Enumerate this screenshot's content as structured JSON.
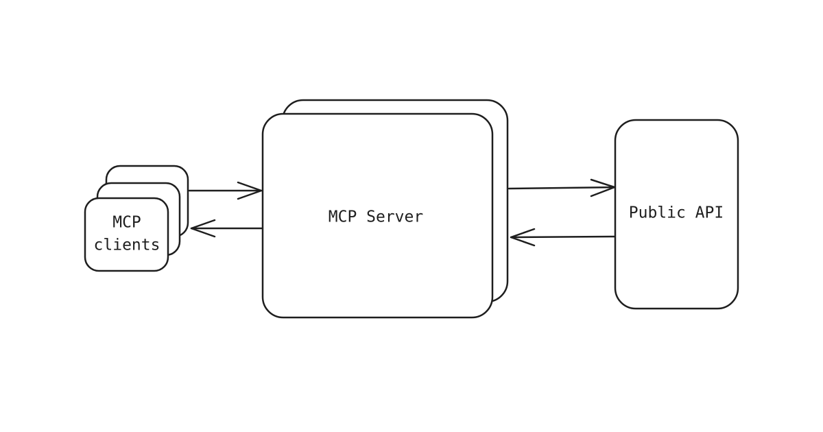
{
  "diagram": {
    "nodes": [
      {
        "id": "clients",
        "label_lines": [
          "MCP",
          "clients"
        ],
        "stacked": 3
      },
      {
        "id": "server",
        "label": "MCP Server",
        "stacked": 2
      },
      {
        "id": "api",
        "label": "Public API",
        "stacked": 1
      }
    ],
    "edges": [
      {
        "from": "clients",
        "to": "server"
      },
      {
        "from": "server",
        "to": "clients"
      },
      {
        "from": "server",
        "to": "api"
      },
      {
        "from": "api",
        "to": "server"
      }
    ],
    "colors": {
      "stroke": "#1e1e1e",
      "background": "#ffffff"
    }
  }
}
